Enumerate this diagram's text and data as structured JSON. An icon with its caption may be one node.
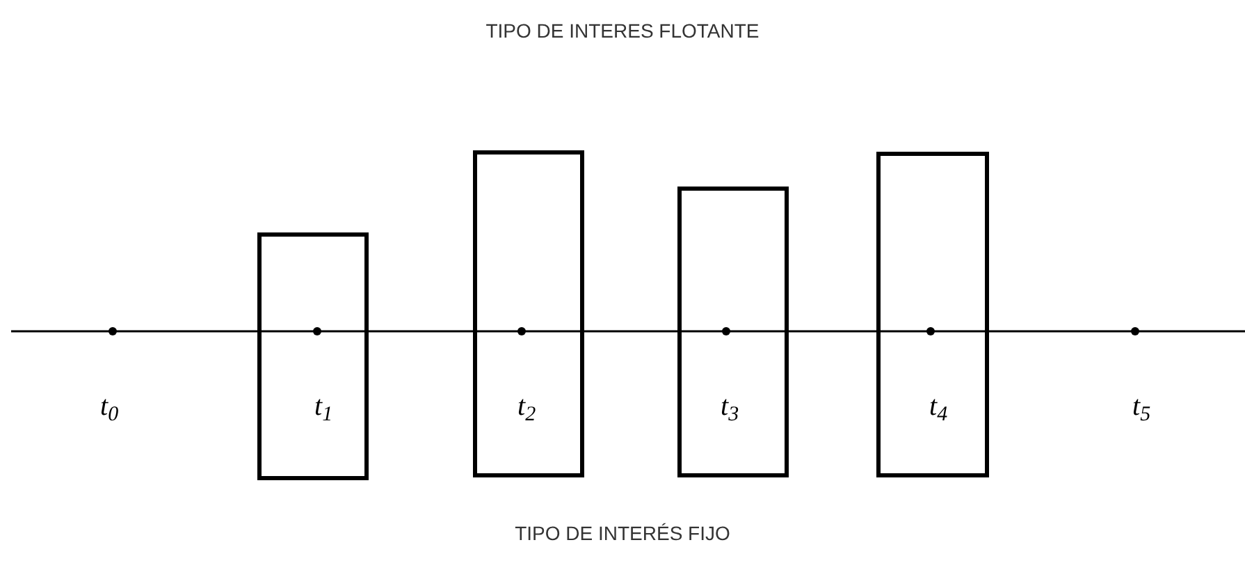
{
  "diagram": {
    "title": "TIPO DE INTERES FLOTANTE",
    "caption": "TIPO DE INTERÉS FIJO",
    "nodes": [
      {
        "text": [],
        "shape": "bar"
      },
      {
        "text": [],
        "shape": "bar"
      },
      {
        "text": [],
        "shape": "bar"
      },
      {
        "text": [],
        "shape": "bar"
      }
    ],
    "labels": [
      "t$_{0}$",
      "t$_{1}$",
      "t$_{2}$",
      "t$_{3}$",
      "t$_{4}$",
      "t$_{5}$"
    ]
  }
}
